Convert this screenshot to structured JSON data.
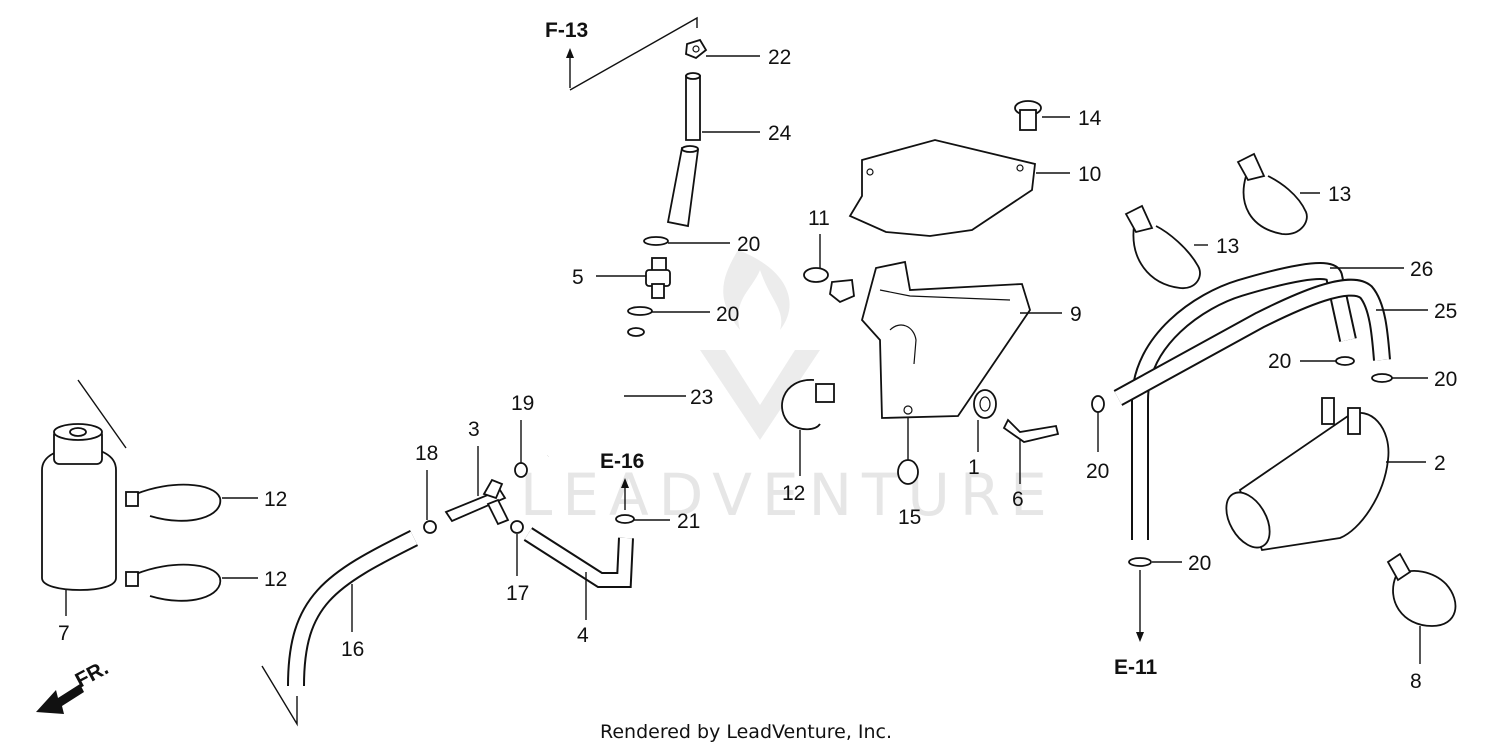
{
  "watermark": "LEADVENTURE",
  "footer": "Rendered by LeadVenture, Inc.",
  "front_indicator": "FR.",
  "refs": {
    "f13": "F-13",
    "e16": "E-16",
    "e11": "E-11"
  },
  "callouts": {
    "c22": "22",
    "c24": "24",
    "c20a": "20",
    "c5": "5",
    "c20b": "20",
    "c23": "23",
    "c19": "19",
    "c3": "3",
    "c18": "18",
    "c12a": "12",
    "c12b": "12",
    "c7": "7",
    "c16": "16",
    "c17": "17",
    "c4": "4",
    "c21": "21",
    "c14": "14",
    "c10": "10",
    "c11": "11",
    "c9": "9",
    "c12c": "12",
    "c1": "1",
    "c15": "15",
    "c6": "6",
    "c13a": "13",
    "c13b": "13",
    "c26": "26",
    "c25": "25",
    "c20c": "20",
    "c20d": "20",
    "c20e": "20",
    "c2": "2",
    "c20f": "20",
    "c8": "8"
  }
}
